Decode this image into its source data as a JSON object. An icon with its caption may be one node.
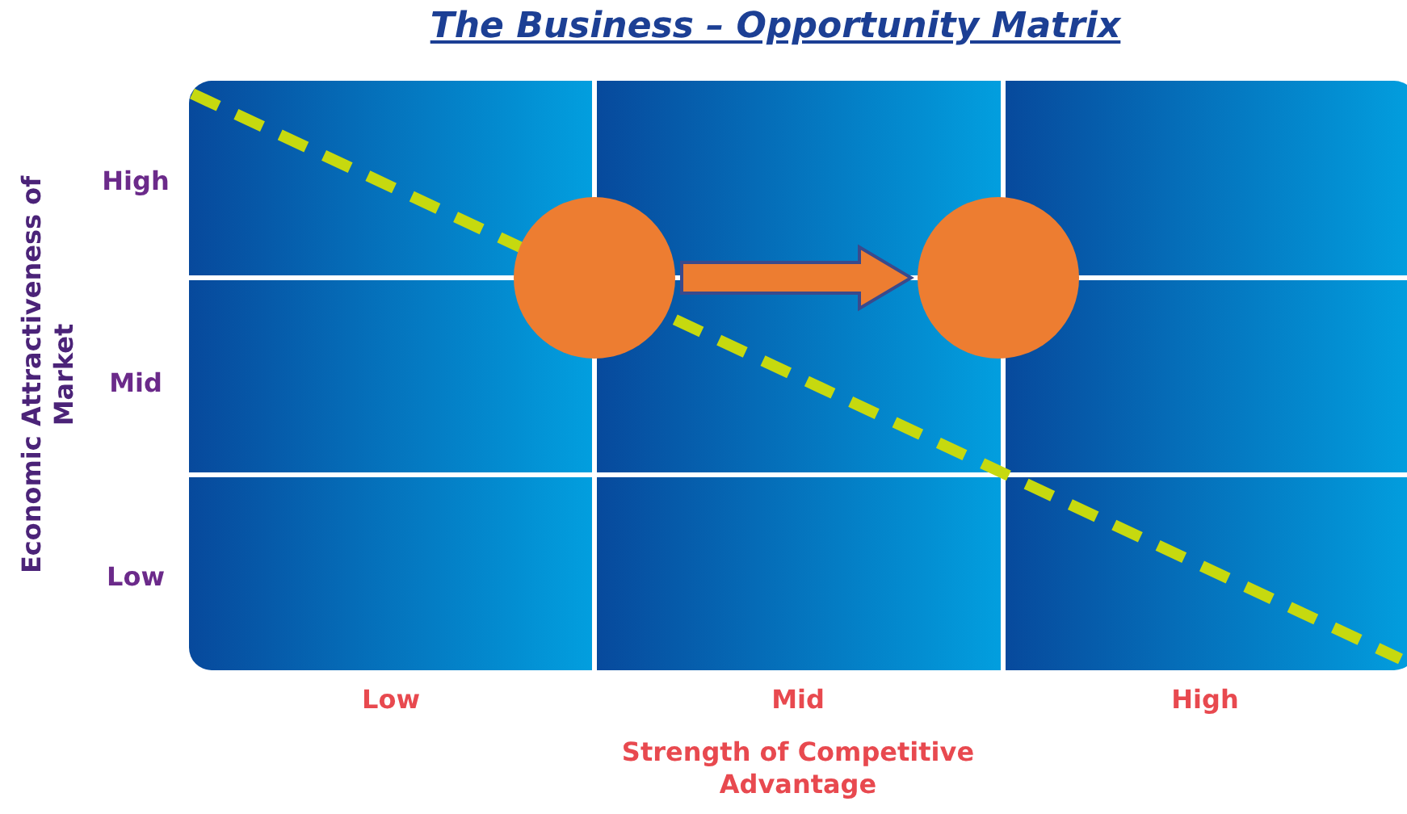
{
  "diagram": {
    "title": "The Business – Opportunity Matrix",
    "nodes": [
      {
        "text": [],
        "shape": "circle"
      },
      {
        "text": [],
        "shape": "circle"
      }
    ],
    "edges": [
      {
        "from": 0,
        "to": 1,
        "arrow": "to"
      }
    ],
    "labels": [
      "High",
      "Economic Attractiveness of Market",
      "Mid",
      "Low",
      "Low",
      "Mid",
      "High",
      "Strength of Competitive Advantage"
    ]
  }
}
